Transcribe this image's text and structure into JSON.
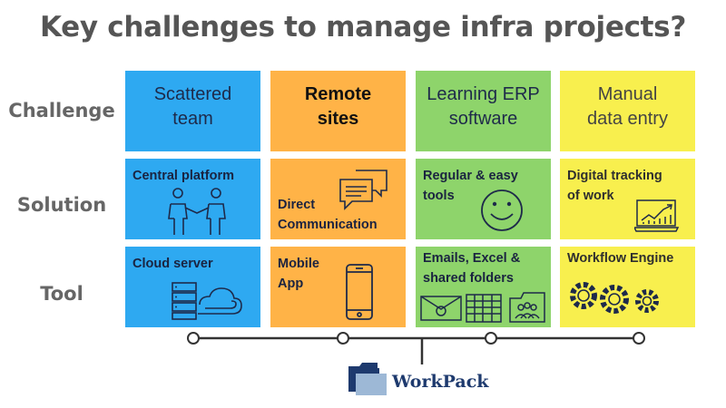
{
  "title": "Key challenges to manage infra projects?",
  "rows": {
    "challenge": "Challenge",
    "solution": "Solution",
    "tool": "Tool"
  },
  "challenges": [
    {
      "line1": "Scattered",
      "line2": "team"
    },
    {
      "line1": "Remote",
      "line2": "sites"
    },
    {
      "line1": "Learning ERP",
      "line2": "software"
    },
    {
      "line1": "Manual",
      "line2": "data entry"
    }
  ],
  "solutions": [
    {
      "line1": "Central platform",
      "line2": ""
    },
    {
      "line1": "Direct",
      "line2": "Communication"
    },
    {
      "line1": "Regular & easy",
      "line2": "tools"
    },
    {
      "line1": "Digital tracking",
      "line2": "of work"
    }
  ],
  "tools": [
    {
      "line1": "Cloud server",
      "line2": ""
    },
    {
      "line1": "Mobile",
      "line2": "App"
    },
    {
      "line1": "Emails, Excel &",
      "line2": "shared folders"
    },
    {
      "line1": "Workflow Engine",
      "line2": ""
    }
  ],
  "logo": {
    "text": "WorkPack"
  },
  "colors": {
    "blue": "#2ea9f1",
    "orange": "#ffb347",
    "green": "#8ed46b",
    "yellow": "#f8ef4e",
    "title": "#555555",
    "icon": "#1e2a4a",
    "logo": "#1e3a6e"
  },
  "icons": {
    "solutions": [
      "two-people-handshake-icon",
      "chat-bubbles-icon",
      "smiley-face-icon",
      "chart-monitor-icon"
    ],
    "tools": [
      "cloud-server-icon",
      "smartphone-icon",
      "email-spreadsheet-folder-icons",
      "gears-icon"
    ]
  }
}
